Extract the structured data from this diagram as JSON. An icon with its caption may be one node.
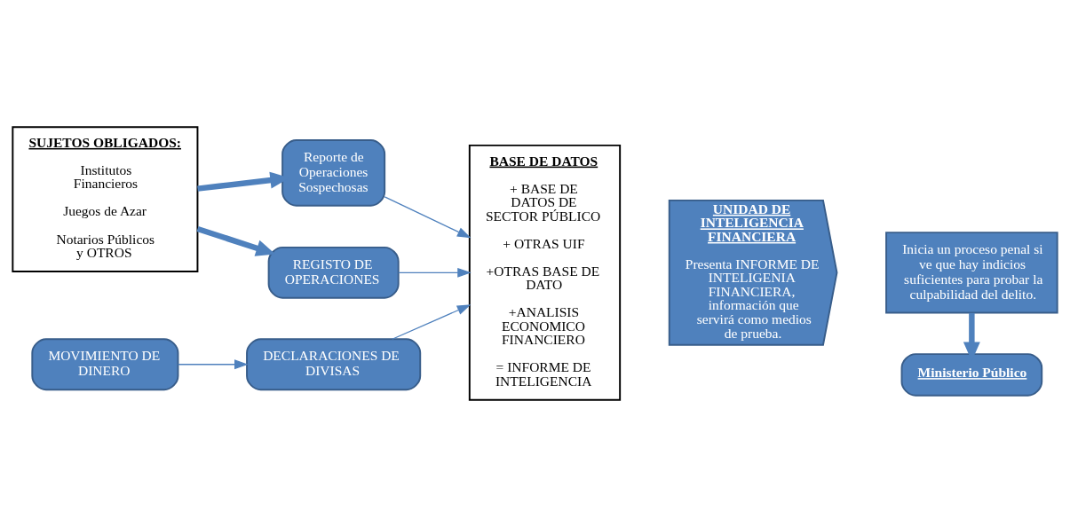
{
  "diagram": {
    "nodes": [
      {
        "text": [
          "SUJETOS OBLIGADOS:",
          "Institutos Financieros",
          "Juegos de Azar",
          "Notarios Públicos y OTROS"
        ]
      },
      {
        "text": [
          "Reporte de Operaciones Sospechosas"
        ]
      },
      {
        "text": [
          "REGISTO DE OPERACIONES"
        ]
      },
      {
        "text": [
          "MOVIMIENTO DE DINERO"
        ]
      },
      {
        "text": [
          "DECLARACIONES DE DIVISAS"
        ]
      },
      {
        "text": [
          "BASE DE DATOS",
          "+ BASE DE DATOS DE SECTOR PÚBLICO",
          "+ OTRAS UIF",
          "+OTRAS BASE DE DATO",
          "+ANALISIS ECONOMICO FINANCIERO",
          "= INFORME DE INTELIGENCIA"
        ]
      },
      {
        "text": [
          "UNIDAD DE INTELIGENCIA FINANCIERA",
          "Presenta INFORME DE INTELIGENIA FINANCIERA, información que servirá como medios de prueba."
        ]
      },
      {
        "text": [
          "Ministerio Público"
        ]
      },
      {
        "text": [
          "Inicia un proceso penal si ve que hay indicios suficientes para probar la culpabilidad del delito."
        ]
      }
    ],
    "edges": [
      {
        "from": 0,
        "to": 1,
        "arrow": "to",
        "style": "thick"
      },
      {
        "from": 0,
        "to": 2,
        "arrow": "to",
        "style": "thick"
      },
      {
        "from": 3,
        "to": 4,
        "arrow": "to"
      },
      {
        "from": 1,
        "to": 5,
        "arrow": "to"
      },
      {
        "from": 2,
        "to": 5,
        "arrow": "to"
      },
      {
        "from": 4,
        "to": 5,
        "arrow": "to"
      },
      {
        "from": 8,
        "to": 7,
        "arrow": "to",
        "style": "thick"
      }
    ]
  }
}
